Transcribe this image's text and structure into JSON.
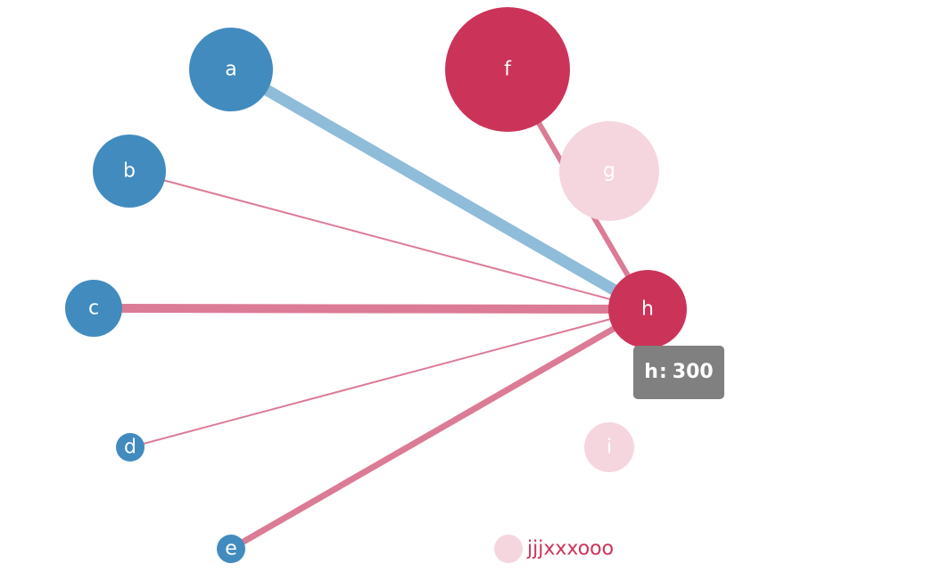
{
  "colors": {
    "blue": "#428bbf",
    "blue_link": "#8fbcd9",
    "red": "#cc3359",
    "red_link": "#dc7b96",
    "faded": "#f5d6df"
  },
  "nodes": [
    {
      "id": "a",
      "label": "a",
      "group": "blue"
    },
    {
      "id": "b",
      "label": "b",
      "group": "blue"
    },
    {
      "id": "c",
      "label": "c",
      "group": "blue"
    },
    {
      "id": "d",
      "label": "d",
      "group": "blue"
    },
    {
      "id": "e",
      "label": "e",
      "group": "blue"
    },
    {
      "id": "f",
      "label": "f",
      "group": "red"
    },
    {
      "id": "g",
      "label": "g",
      "group": "faded"
    },
    {
      "id": "h",
      "label": "h",
      "group": "red"
    },
    {
      "id": "i",
      "label": "i",
      "group": "faded"
    }
  ],
  "links": [
    {
      "source": "a",
      "target": "h",
      "color": "blue_link"
    },
    {
      "source": "b",
      "target": "h",
      "color": "red_link"
    },
    {
      "source": "c",
      "target": "h",
      "color": "red_link"
    },
    {
      "source": "d",
      "target": "h",
      "color": "red_link"
    },
    {
      "source": "e",
      "target": "h",
      "color": "red_link"
    },
    {
      "source": "f",
      "target": "h",
      "color": "red_link"
    }
  ],
  "tooltip": {
    "name": "h",
    "separator": ":",
    "value": "300"
  },
  "legend": {
    "label": "jjjxxxooo",
    "color": "faded"
  }
}
